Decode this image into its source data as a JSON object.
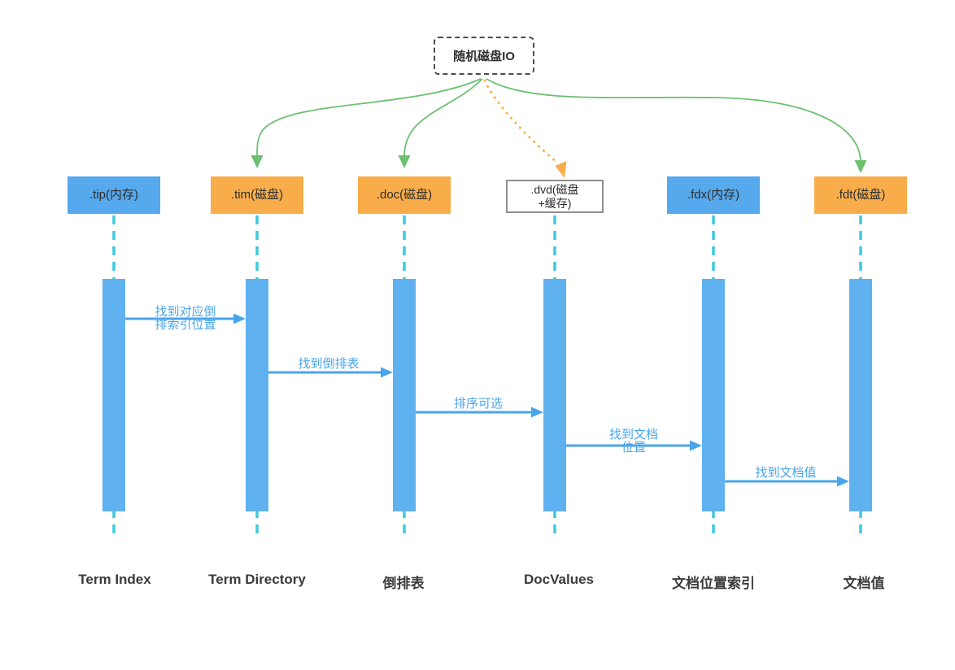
{
  "diagram": {
    "io_box": {
      "label": "随机磁盘IO"
    },
    "lanes": [
      {
        "header_lines": [
          ".tip(内存)"
        ],
        "style": "blue",
        "footer": "Term Index"
      },
      {
        "header_lines": [
          ".tim(磁盘)"
        ],
        "style": "orange",
        "footer": "Term Directory"
      },
      {
        "header_lines": [
          ".doc(磁盘)"
        ],
        "style": "orange",
        "footer": "倒排表"
      },
      {
        "header_lines": [
          ".dvd(磁盘",
          "+缓存)"
        ],
        "style": "outline",
        "footer": "DocValues"
      },
      {
        "header_lines": [
          ".fdx(内存)"
        ],
        "style": "blue",
        "footer": "文档位置索引"
      },
      {
        "header_lines": [
          ".fdt(磁盘)"
        ],
        "style": "orange",
        "footer": "文档值"
      }
    ],
    "messages": [
      {
        "from": ".tip",
        "to": ".tim",
        "label_lines": [
          "找到对应倒",
          "排索引位置"
        ]
      },
      {
        "from": ".tim",
        "to": ".doc",
        "label_lines": [
          "找到倒排表"
        ]
      },
      {
        "from": ".doc",
        "to": ".dvd",
        "label_lines": [
          "排序可选"
        ]
      },
      {
        "from": ".dvd",
        "to": ".fdx",
        "label_lines": [
          "找到文档",
          "位置"
        ]
      },
      {
        "from": ".fdx",
        "to": ".fdt",
        "label_lines": [
          "找到文档值"
        ]
      }
    ],
    "io_links": [
      {
        "target": ".tim",
        "style": "green-solid"
      },
      {
        "target": ".doc",
        "style": "green-solid"
      },
      {
        "target": ".dvd",
        "style": "orange-dashed"
      },
      {
        "target": ".fdt",
        "style": "green-solid"
      }
    ],
    "colors": {
      "blue_header": "#56a9ed",
      "orange_header": "#f9ad4a",
      "activation_bar": "#60b1f0",
      "lifeline_cyan": "#3ec9dd",
      "message_arrow_blue": "#49a5ec",
      "green_link": "#6dc071",
      "orange_link": "#f9ad4a",
      "dark_text": "#3b3b3b"
    }
  }
}
